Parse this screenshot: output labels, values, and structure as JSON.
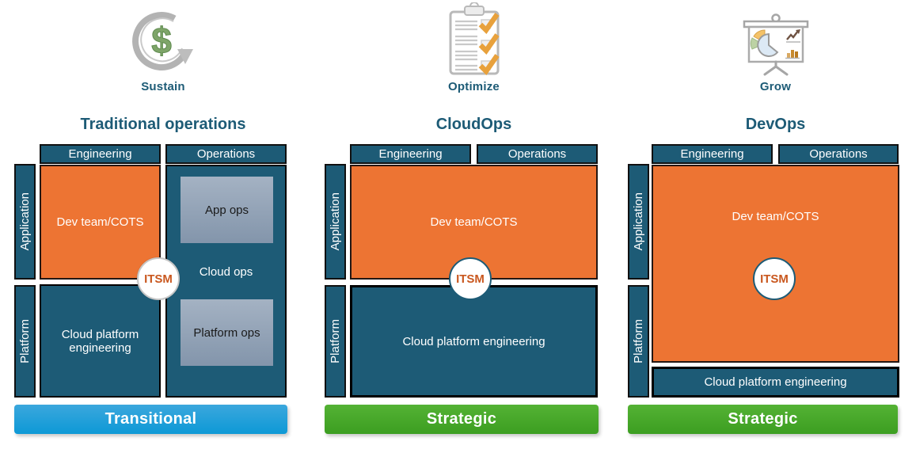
{
  "figure": {
    "columns": [
      {
        "icon": "dollar-refresh-icon",
        "stage": "Sustain",
        "title": "Traditional operations",
        "engineering_header": "Engineering",
        "operations_header": "Operations",
        "application_label": "Application",
        "platform_label": "Platform",
        "dev_team_box": "Dev team/COTS",
        "cloud_platform_box": "Cloud platform engineering",
        "app_ops_box": "App ops",
        "cloud_ops_label": "Cloud ops",
        "platform_ops_box": "Platform ops",
        "itsm_label": "ITSM",
        "banner": "Transitional",
        "banner_color": "#1E9CD7"
      },
      {
        "icon": "checklist-icon",
        "stage": "Optimize",
        "title": "CloudOps",
        "engineering_header": "Engineering",
        "operations_header": "Operations",
        "application_label": "Application",
        "platform_label": "Platform",
        "dev_team_box": "Dev team/COTS",
        "cloud_platform_box": "Cloud platform engineering",
        "itsm_label": "ITSM",
        "banner": "Strategic",
        "banner_color": "#47A62A"
      },
      {
        "icon": "presentation-chart-icon",
        "stage": "Grow",
        "title": "DevOps",
        "engineering_header": "Engineering",
        "operations_header": "Operations",
        "application_label": "Application",
        "platform_label": "Platform",
        "dev_team_box": "Dev team/COTS",
        "cloud_platform_box": "Cloud platform engineering",
        "itsm_label": "ITSM",
        "banner": "Strategic",
        "banner_color": "#47A62A"
      }
    ],
    "colors": {
      "teal": "#1D5B76",
      "orange": "#ED7433",
      "gray_blue": "#8CA0B4",
      "banner_blue": "#1E9CD7",
      "banner_green": "#47A62A",
      "itsm_text": "#C9571E",
      "title_text": "#1D5B76"
    }
  }
}
